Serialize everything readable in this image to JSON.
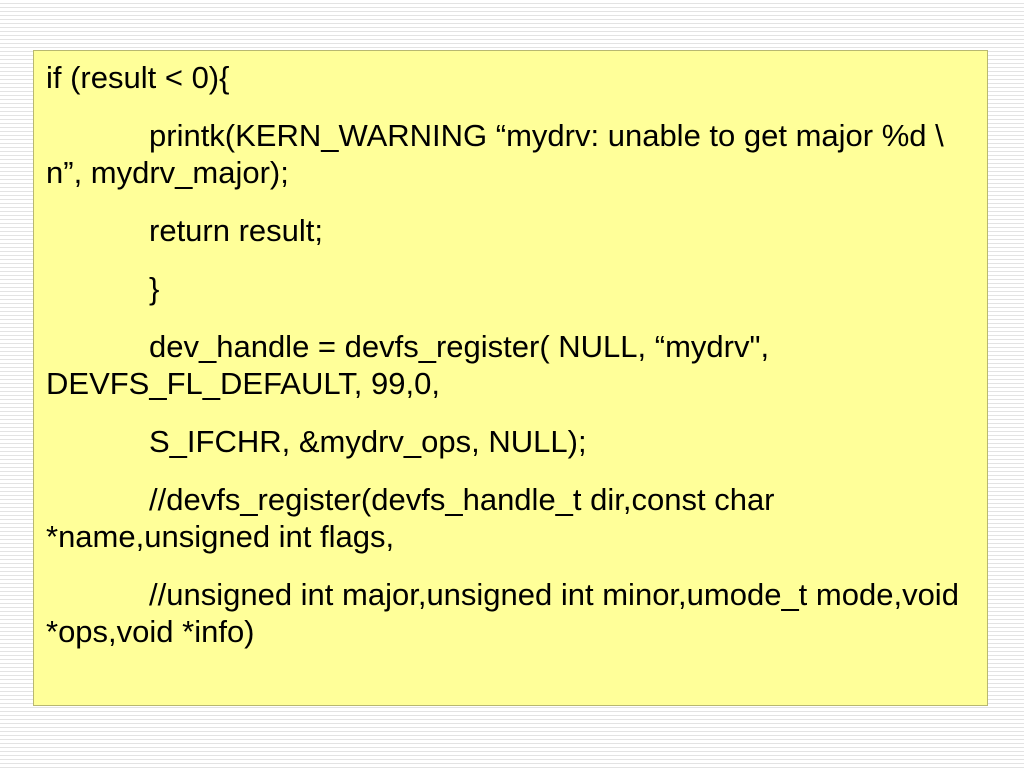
{
  "slide": {
    "lines": [
      {
        "text": "if (result < 0){",
        "indent": false
      },
      {
        "text": "printk(KERN_WARNING “mydrv: unable to get major %d \\ n”, mydrv_major);",
        "indent": true
      },
      {
        "text": "return result;",
        "indent": true
      },
      {
        "text": "}",
        "indent": true
      },
      {
        "text": "dev_handle = devfs_register( NULL, “mydrv\", DEVFS_FL_DEFAULT, 99,0,",
        "indent": true
      },
      {
        "text": "S_IFCHR, &mydrv_ops, NULL);",
        "indent": true
      },
      {
        "text": "//devfs_register(devfs_handle_t dir,const char *name,unsigned int flags,",
        "indent": true
      },
      {
        "text": "//unsigned int major,unsigned int minor,umode_t mode,void *ops,void *info)",
        "indent": true
      }
    ]
  },
  "colors": {
    "box_background": "#ffff99",
    "page_background": "#ffffff",
    "stripe": "#e3e3e3",
    "text": "#000000"
  }
}
